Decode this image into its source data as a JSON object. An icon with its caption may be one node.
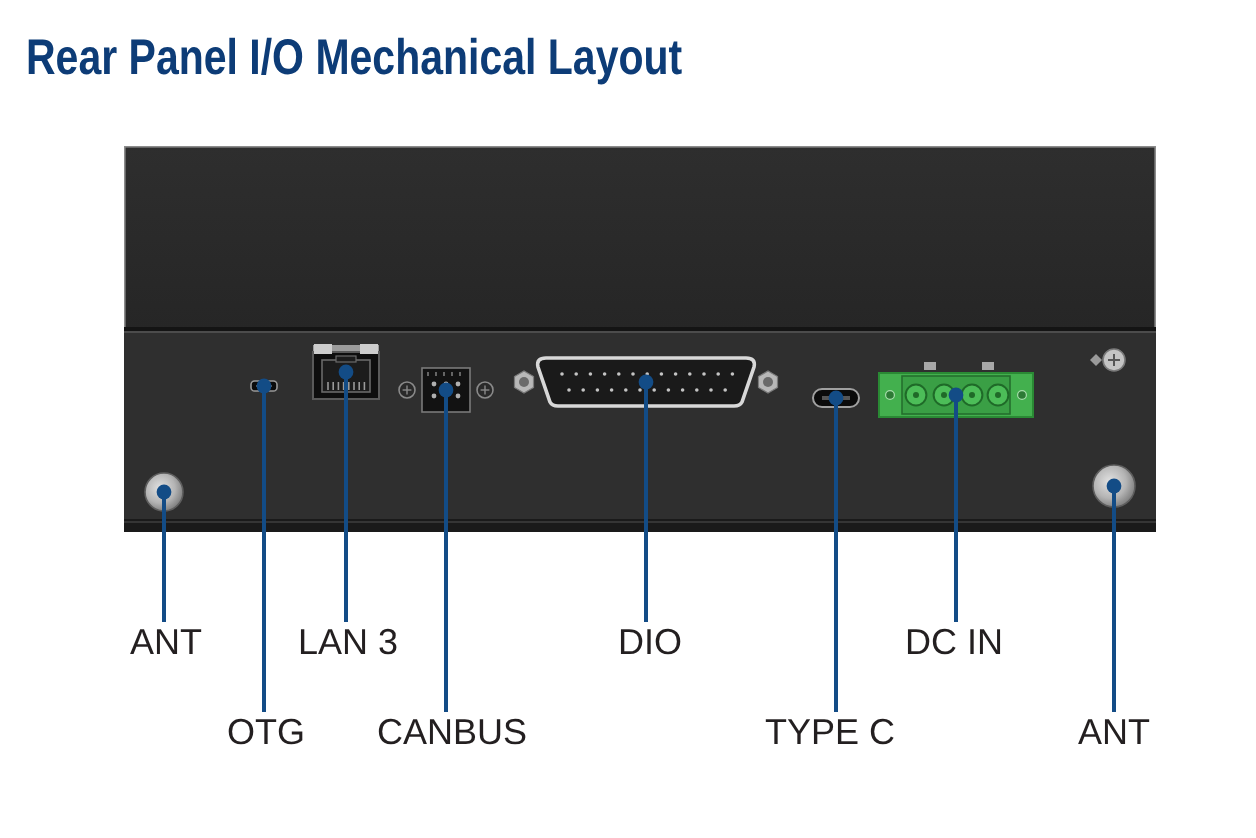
{
  "diagram": {
    "title": "Rear Panel I/O Mechanical Layout",
    "nodes": [
      {
        "text": [],
        "shape": "picture"
      },
      {
        "text": [],
        "shape": "picture"
      },
      {
        "text": [],
        "shape": "picture"
      },
      {
        "text": [],
        "shape": "picture"
      },
      {
        "text": [],
        "shape": "picture"
      },
      {
        "text": [],
        "shape": "picture"
      },
      {
        "text": [],
        "shape": "picture"
      },
      {
        "text": [],
        "shape": "picture"
      },
      {
        "text": [
          "ANT"
        ]
      },
      {
        "text": [
          "LAN 3"
        ]
      },
      {
        "text": [
          "DIO"
        ]
      },
      {
        "text": [
          "DC IN"
        ]
      },
      {
        "text": [
          "OTG"
        ]
      },
      {
        "text": [
          "CANBUS"
        ]
      },
      {
        "text": [
          "TYPE C"
        ]
      },
      {
        "text": [
          "ANT"
        ]
      }
    ],
    "edges": [
      {
        "from": 8,
        "to": 0,
        "arrow": "other"
      },
      {
        "from": 9,
        "to": 2,
        "arrow": "other"
      },
      {
        "from": 10,
        "to": 4,
        "arrow": "other"
      },
      {
        "from": 11,
        "to": 6,
        "arrow": "other"
      },
      {
        "from": 12,
        "to": 1,
        "arrow": "other"
      },
      {
        "from": 13,
        "to": 3,
        "arrow": "other"
      },
      {
        "from": 14,
        "to": 5,
        "arrow": "other"
      },
      {
        "from": 15,
        "to": 7,
        "arrow": "other"
      }
    ]
  }
}
